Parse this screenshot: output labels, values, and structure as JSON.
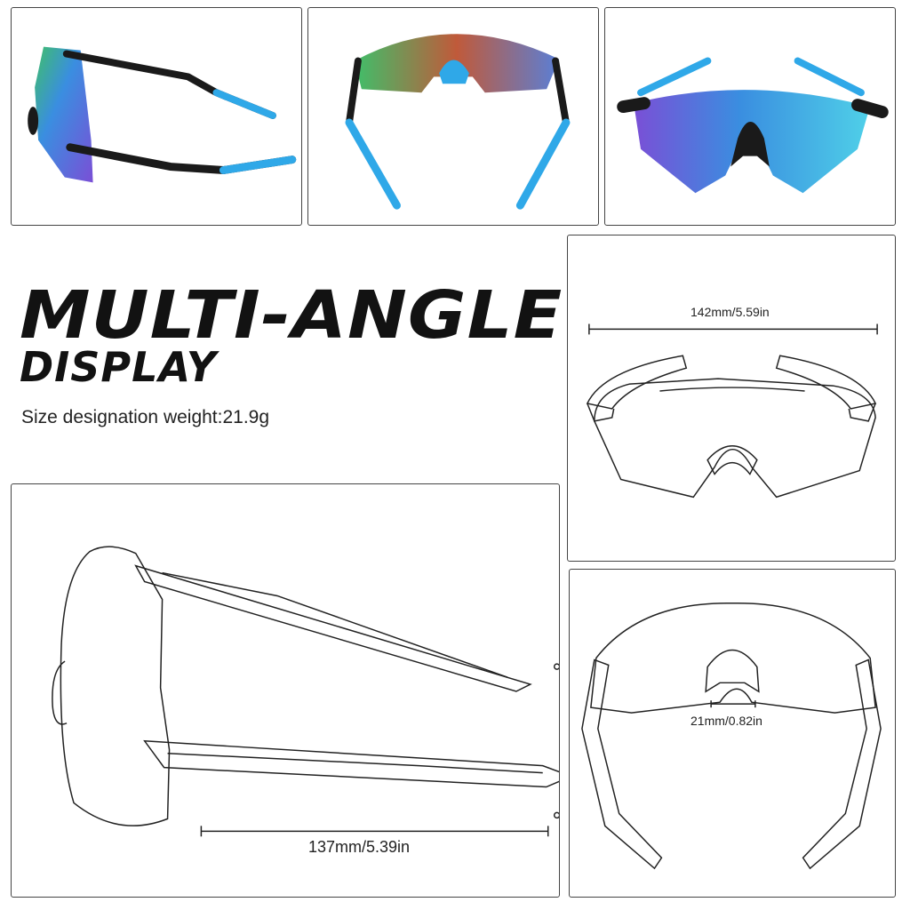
{
  "heading": {
    "line1": "MULTI-ANGLE",
    "line2": "DISPLAY"
  },
  "weight_note": "Size designation weight:21.9g",
  "photos": [
    {
      "view": "side",
      "icon": "sunglasses-side-photo"
    },
    {
      "view": "back",
      "icon": "sunglasses-back-photo"
    },
    {
      "view": "front",
      "icon": "sunglasses-front-photo"
    }
  ],
  "dimensions": {
    "total_width": "142mm/5.59in",
    "temple_length": "137mm/5.39in",
    "nose_bridge": "21mm/0.82in"
  },
  "colors": {
    "frame": "#1a1a1a",
    "temple_tip": "#2fa8e8",
    "lens_blue": "#3a8ee0",
    "lens_purple": "#7a4fd6",
    "lens_green": "#3fbf6a"
  }
}
